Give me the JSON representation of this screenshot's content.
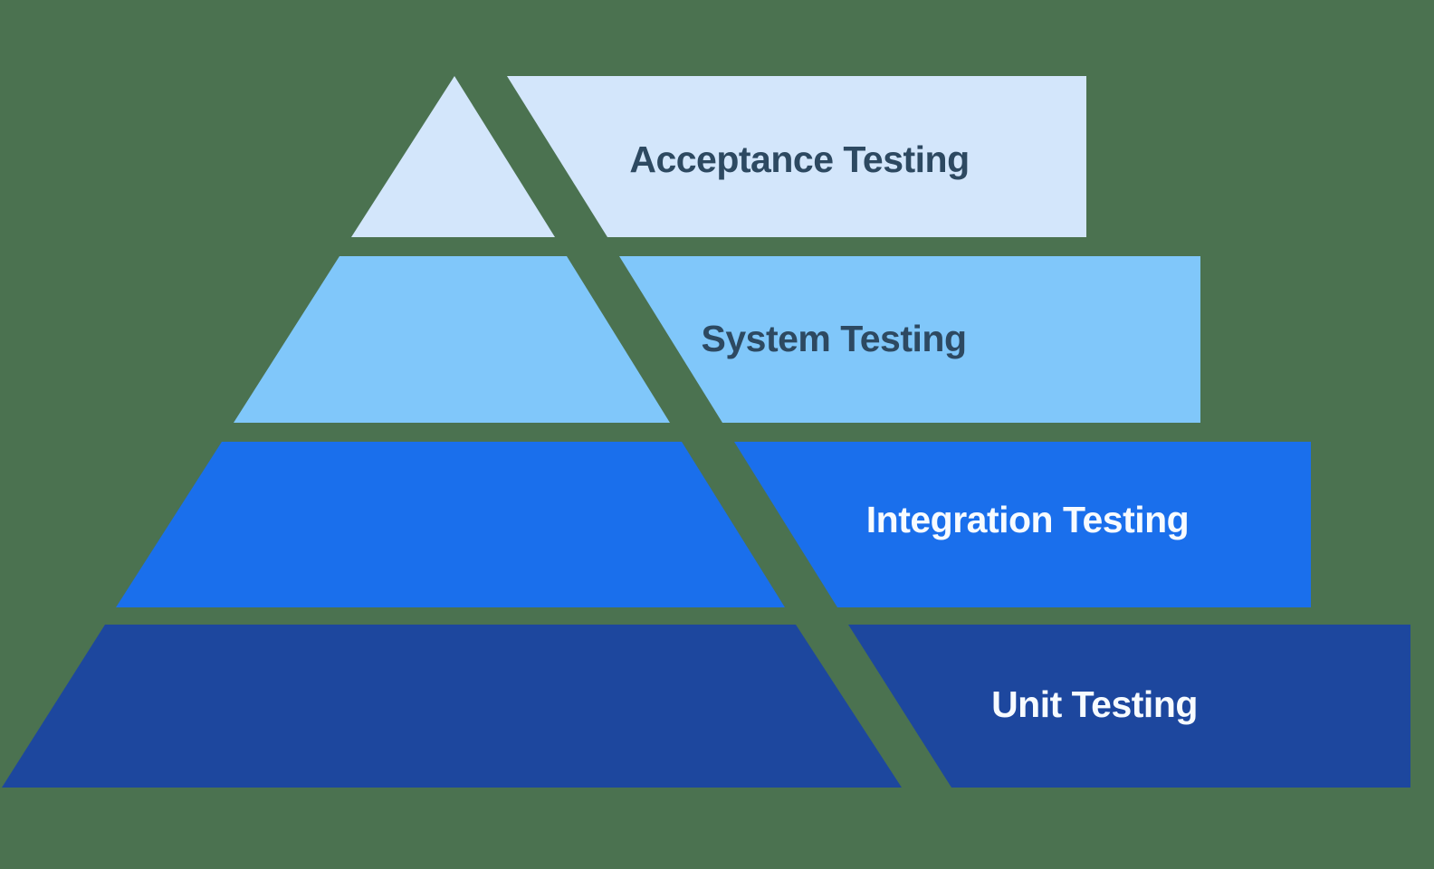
{
  "colors": {
    "background": "#4b7250",
    "dark_label_text": "#2d4961",
    "light_label_text": "#f7fbff"
  },
  "pyramid": {
    "levels": [
      {
        "label": "Acceptance Testing",
        "fill": "#d3e6fb",
        "text_color": "#2d4961"
      },
      {
        "label": "System Testing",
        "fill": "#80c7fa",
        "text_color": "#2d4961"
      },
      {
        "label": "Integration Testing",
        "fill": "#1a6fec",
        "text_color": "#f7fbff"
      },
      {
        "label": "Unit Testing",
        "fill": "#1d479e",
        "text_color": "#f7fbff"
      }
    ]
  }
}
